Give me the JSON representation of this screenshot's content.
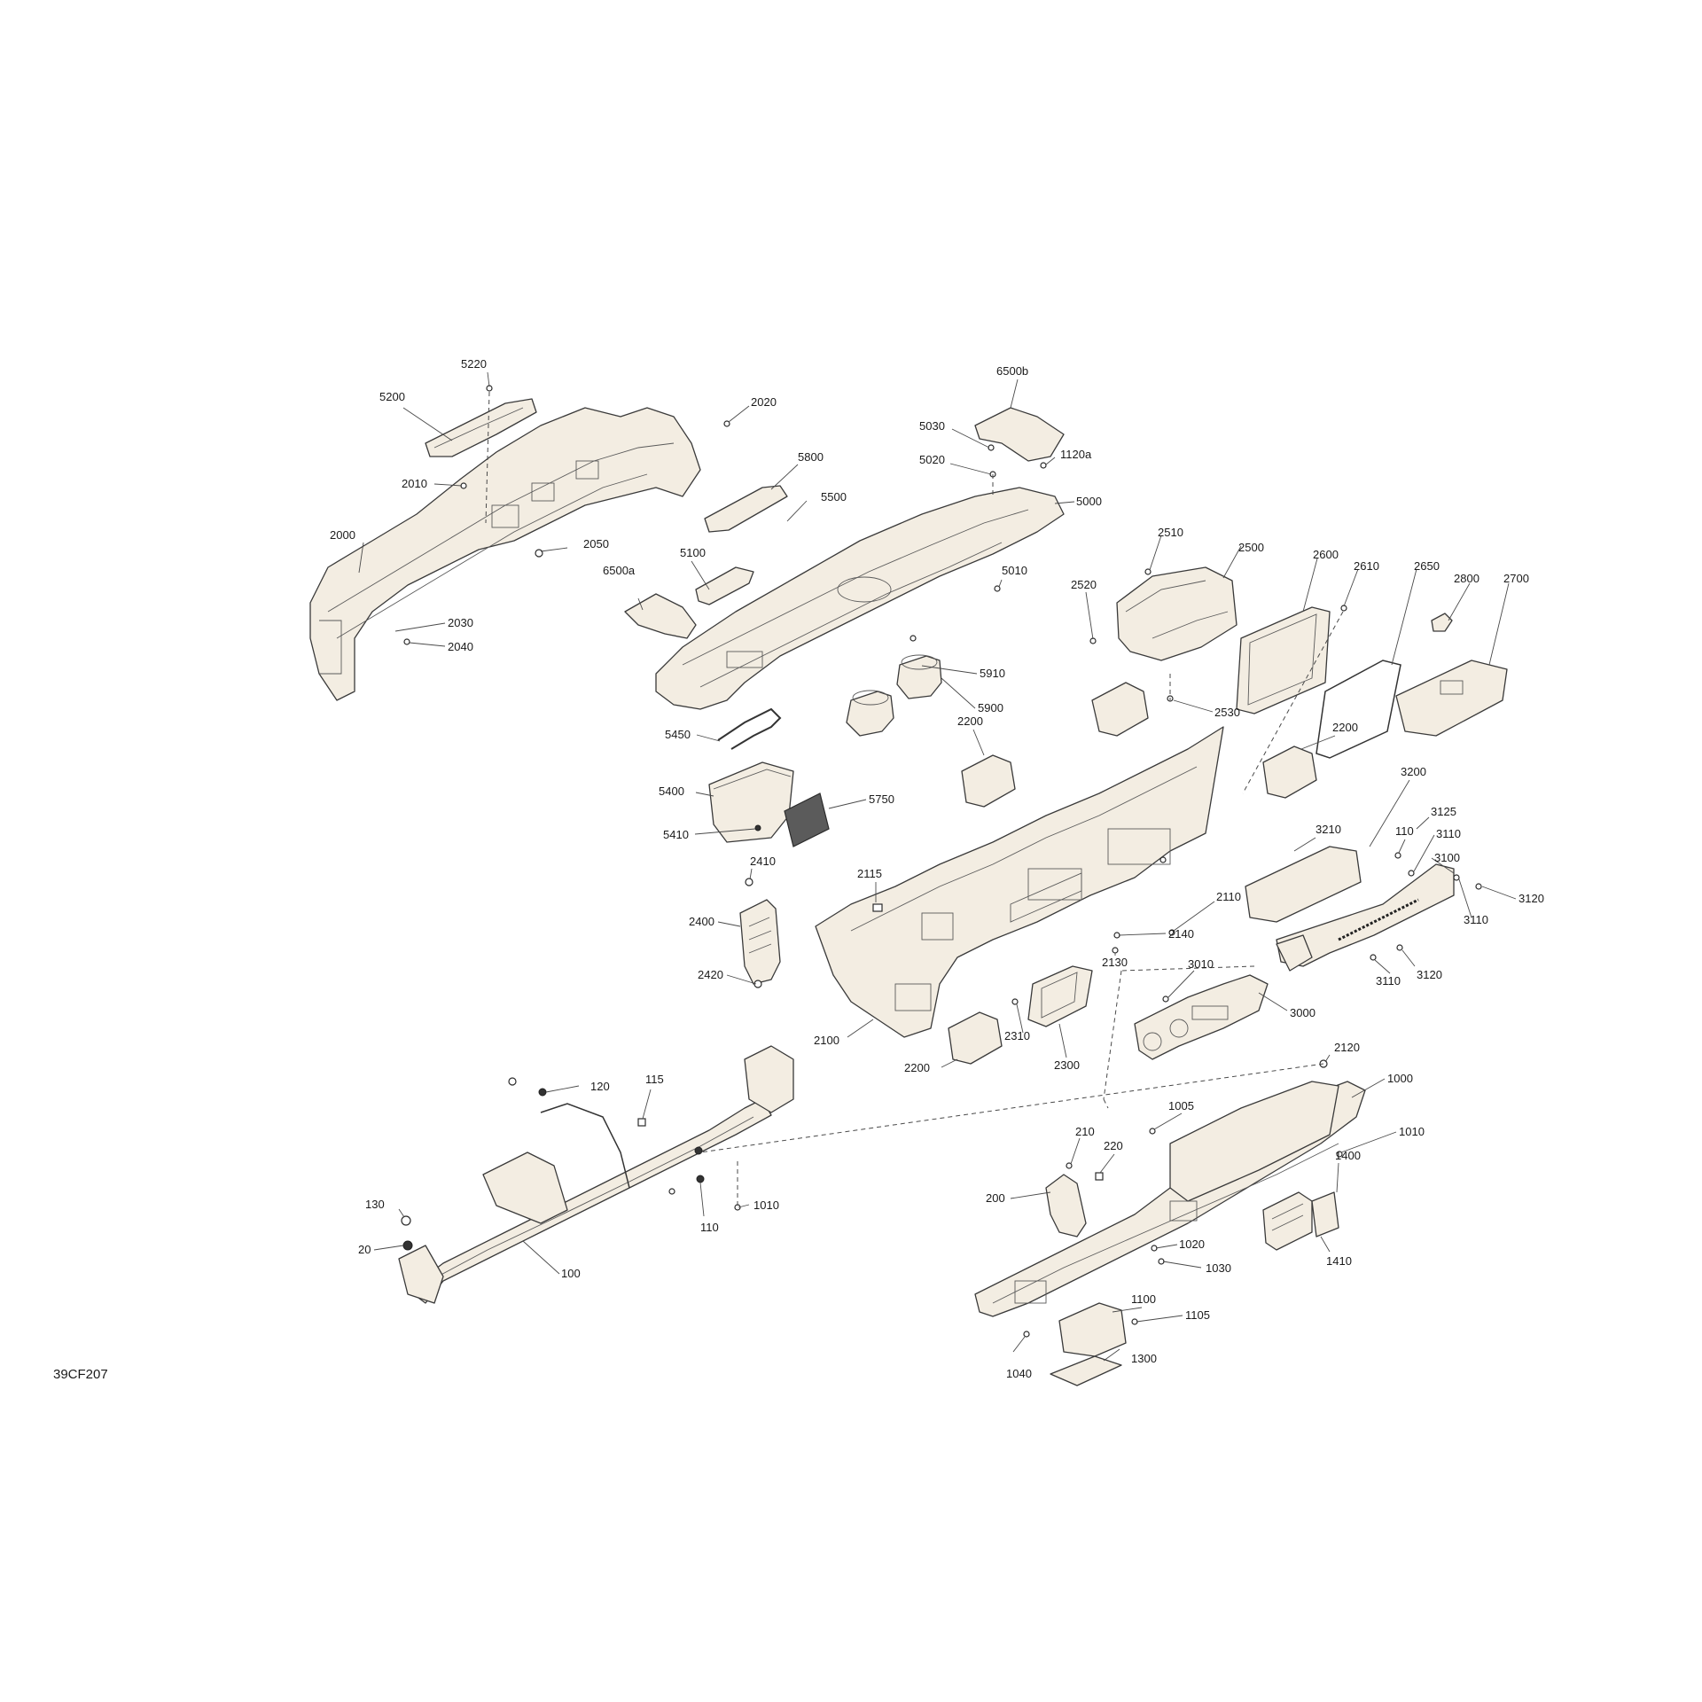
{
  "figure_code": "39CF207",
  "callouts": [
    {
      "id": "c5220",
      "text": "5220"
    },
    {
      "id": "c5200",
      "text": "5200"
    },
    {
      "id": "c2020",
      "text": "2020"
    },
    {
      "id": "c6500b",
      "text": "6500b"
    },
    {
      "id": "c5030",
      "text": "5030"
    },
    {
      "id": "c1120a",
      "text": "1120a"
    },
    {
      "id": "c5020",
      "text": "5020"
    },
    {
      "id": "c5800",
      "text": "5800"
    },
    {
      "id": "c2010",
      "text": "2010"
    },
    {
      "id": "c5500",
      "text": "5500"
    },
    {
      "id": "c5000",
      "text": "5000"
    },
    {
      "id": "c2000",
      "text": "2000"
    },
    {
      "id": "c2050",
      "text": "2050"
    },
    {
      "id": "c2510",
      "text": "2510"
    },
    {
      "id": "c2500",
      "text": "2500"
    },
    {
      "id": "c2600",
      "text": "2600"
    },
    {
      "id": "c2610",
      "text": "2610"
    },
    {
      "id": "c2650",
      "text": "2650"
    },
    {
      "id": "c6500a",
      "text": "6500a"
    },
    {
      "id": "c5100",
      "text": "5100"
    },
    {
      "id": "c5010",
      "text": "5010"
    },
    {
      "id": "c2520",
      "text": "2520"
    },
    {
      "id": "c2800",
      "text": "2800"
    },
    {
      "id": "c2700",
      "text": "2700"
    },
    {
      "id": "c2030",
      "text": "2030"
    },
    {
      "id": "c2040",
      "text": "2040"
    },
    {
      "id": "c5910",
      "text": "5910"
    },
    {
      "id": "c5900",
      "text": "5900"
    },
    {
      "id": "c2530",
      "text": "2530"
    },
    {
      "id": "c2200a",
      "text": "2200"
    },
    {
      "id": "c5450",
      "text": "5450"
    },
    {
      "id": "c2200b",
      "text": "2200"
    },
    {
      "id": "c5400",
      "text": "5400"
    },
    {
      "id": "c5750",
      "text": "5750"
    },
    {
      "id": "c3200",
      "text": "3200"
    },
    {
      "id": "c5410",
      "text": "5410"
    },
    {
      "id": "c3125",
      "text": "3125"
    },
    {
      "id": "c3210",
      "text": "3210"
    },
    {
      "id": "c110a",
      "text": "110"
    },
    {
      "id": "c3110a",
      "text": "3110"
    },
    {
      "id": "c3100",
      "text": "3100"
    },
    {
      "id": "c2410",
      "text": "2410"
    },
    {
      "id": "c2115",
      "text": "2115"
    },
    {
      "id": "c2110",
      "text": "2110"
    },
    {
      "id": "c3120a",
      "text": "3120"
    },
    {
      "id": "c3110b",
      "text": "3110"
    },
    {
      "id": "c2400",
      "text": "2400"
    },
    {
      "id": "c2140",
      "text": "2140"
    },
    {
      "id": "c2130",
      "text": "2130"
    },
    {
      "id": "c3010",
      "text": "3010"
    },
    {
      "id": "c2420",
      "text": "2420"
    },
    {
      "id": "c3110c",
      "text": "3110"
    },
    {
      "id": "c3120b",
      "text": "3120"
    },
    {
      "id": "c3000",
      "text": "3000"
    },
    {
      "id": "c2100",
      "text": "2100"
    },
    {
      "id": "c2310",
      "text": "2310"
    },
    {
      "id": "c2200c",
      "text": "2200"
    },
    {
      "id": "c2300",
      "text": "2300"
    },
    {
      "id": "c2120",
      "text": "2120"
    },
    {
      "id": "c120",
      "text": "120"
    },
    {
      "id": "c115",
      "text": "115"
    },
    {
      "id": "c1000",
      "text": "1000"
    },
    {
      "id": "c1005",
      "text": "1005"
    },
    {
      "id": "c1010a",
      "text": "1010"
    },
    {
      "id": "c210",
      "text": "210"
    },
    {
      "id": "c220",
      "text": "220"
    },
    {
      "id": "c1400",
      "text": "1400"
    },
    {
      "id": "c200",
      "text": "200"
    },
    {
      "id": "c1010b",
      "text": "1010"
    },
    {
      "id": "c130",
      "text": "130"
    },
    {
      "id": "c110b",
      "text": "110"
    },
    {
      "id": "c1020",
      "text": "1020"
    },
    {
      "id": "c1410",
      "text": "1410"
    },
    {
      "id": "c20",
      "text": "20"
    },
    {
      "id": "c1030",
      "text": "1030"
    },
    {
      "id": "c100",
      "text": "100"
    },
    {
      "id": "c1100",
      "text": "1100"
    },
    {
      "id": "c1105",
      "text": "1105"
    },
    {
      "id": "c1300",
      "text": "1300"
    },
    {
      "id": "c1040",
      "text": "1040"
    }
  ]
}
